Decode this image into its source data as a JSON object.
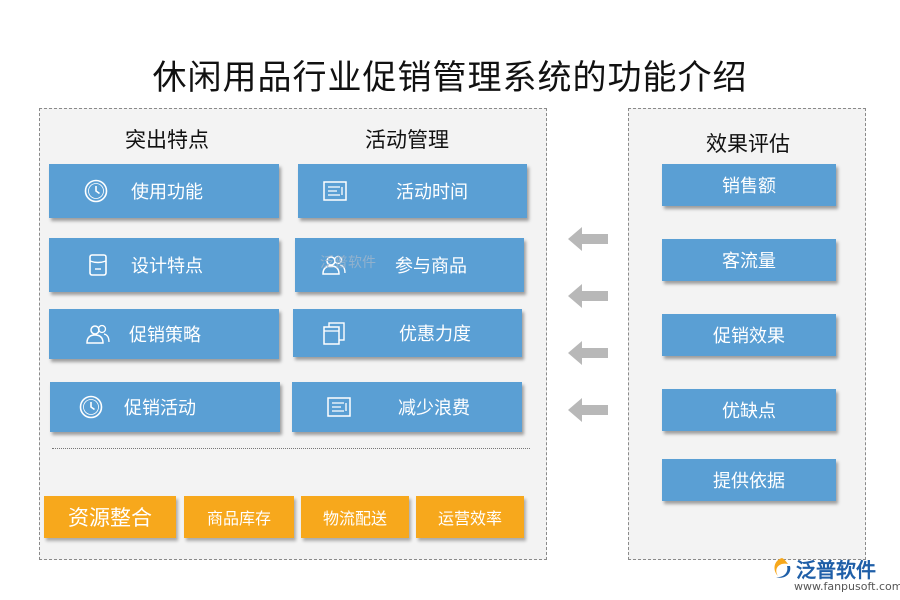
{
  "title": "休闲用品行业促销管理系统的功能介绍",
  "left_panel": {
    "col1_heading": "突出特点",
    "col2_heading": "活动管理",
    "col1_items": [
      {
        "label": "使用功能",
        "icon": "clock-icon"
      },
      {
        "label": "设计特点",
        "icon": "document-icon"
      },
      {
        "label": "促销策略",
        "icon": "users-icon"
      },
      {
        "label": "促销活动",
        "icon": "clock-icon"
      }
    ],
    "col2_items": [
      {
        "label": "活动时间",
        "icon": "list-icon"
      },
      {
        "label": "参与商品",
        "icon": "users-icon"
      },
      {
        "label": "优惠力度",
        "icon": "stack-icon"
      },
      {
        "label": "减少浪费",
        "icon": "list-icon"
      }
    ],
    "bottom_items": [
      "资源整合",
      "商品库存",
      "物流配送",
      "运营效率"
    ]
  },
  "right_panel": {
    "heading": "效果评估",
    "items": [
      "销售额",
      "客流量",
      "促销效果",
      "优缺点",
      "提供依据"
    ]
  },
  "watermark": "泛普软件",
  "brand": {
    "name": "泛普软件",
    "url": "www.fanpusoft.com"
  },
  "colors": {
    "box_blue": "#5a9fd4",
    "box_orange": "#f7a81c",
    "arrow_gray": "#b8b8b8",
    "panel_bg": "#f3f3f3"
  }
}
